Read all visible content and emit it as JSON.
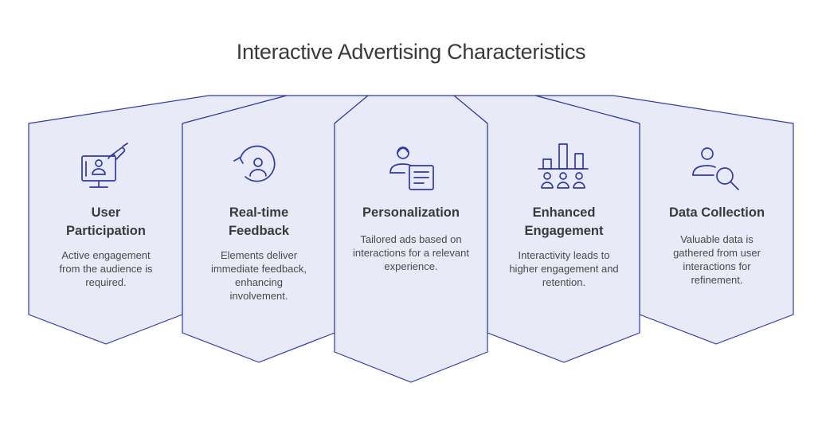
{
  "title": "Interactive Advertising Characteristics",
  "colors": {
    "panel_fill": "#e8eaf7",
    "accent": "#2e3aa8",
    "text": "#3a3a3a"
  },
  "cards": [
    {
      "icon": "touch-screen-user-icon",
      "title": "User\nParticipation",
      "description": "Active engagement from the audience is required."
    },
    {
      "icon": "refresh-user-icon",
      "title": "Real-time\nFeedback",
      "description": "Elements deliver immediate feedback, enhancing involvement."
    },
    {
      "icon": "person-document-icon",
      "title": "Personalization",
      "description": "Tailored ads based on interactions for a relevant experience."
    },
    {
      "icon": "bar-chart-audience-icon",
      "title": "Enhanced\nEngagement",
      "description": "Interactivity leads to higher engagement and retention."
    },
    {
      "icon": "user-search-icon",
      "title": "Data Collection",
      "description": "Valuable data is gathered from user interactions for refinement."
    }
  ]
}
